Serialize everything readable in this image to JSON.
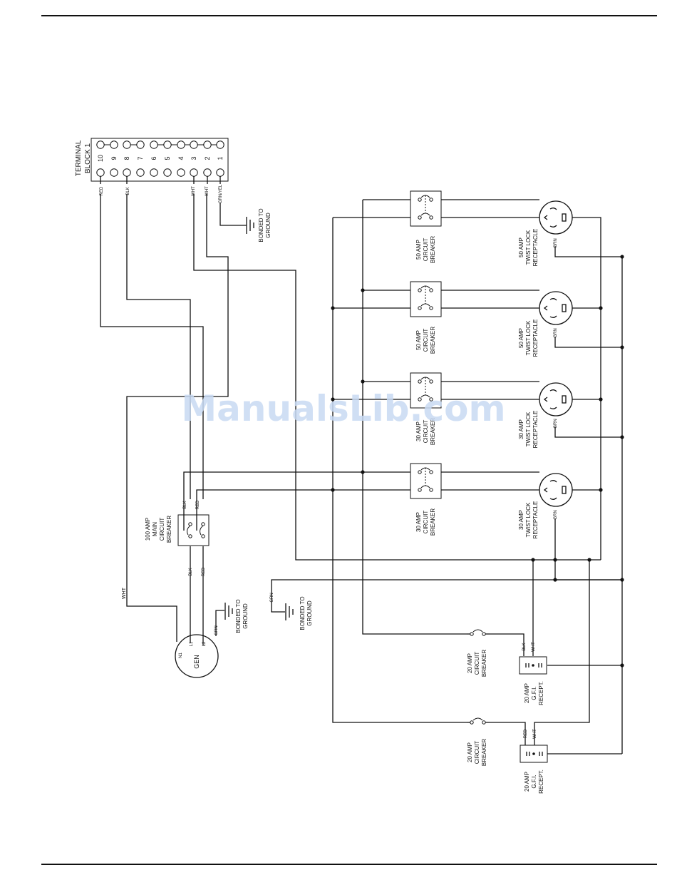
{
  "terminal_block": {
    "title_line1": "TERMINAL",
    "title_line2": "BLOCK 1",
    "numbers": [
      "10",
      "9",
      "8",
      "7",
      "6",
      "5",
      "4",
      "3",
      "2",
      "1"
    ]
  },
  "wire_labels": {
    "red": "RED",
    "blk": "BLK",
    "wht": "WHT",
    "grn_yel": "GRN/YEL",
    "grn": "GRN"
  },
  "bonded": {
    "line1": "BONDED TO",
    "line2": "GROUND"
  },
  "main_breaker": {
    "line1": "100 AMP",
    "line2": "MAIN",
    "line3": "CIRCUIT",
    "line4": "BREAKER"
  },
  "generator": {
    "label": "GEN",
    "n1": "N1",
    "l1": "L1",
    "l2": "L2"
  },
  "breakers": [
    {
      "amp": "50 AMP",
      "l2": "CIRCUIT",
      "l3": "BREAKER"
    },
    {
      "amp": "50 AMP",
      "l2": "CIRCUIT",
      "l3": "BREAKER"
    },
    {
      "amp": "30 AMP",
      "l2": "CIRCUIT",
      "l3": "BREAKER"
    },
    {
      "amp": "30 AMP",
      "l2": "CIRCUIT",
      "l3": "BREAKER"
    },
    {
      "amp": "20 AMP",
      "l2": "CIRCUIT",
      "l3": "BREAKER"
    },
    {
      "amp": "20 AMP",
      "l2": "CIRCUIT",
      "l3": "BREAKER"
    }
  ],
  "twist_receptacles": [
    {
      "amp": "50 AMP",
      "l2": "TWIST LOCK",
      "l3": "RECEPTACLE"
    },
    {
      "amp": "50 AMP",
      "l2": "TWIST LOCK",
      "l3": "RECEPTACLE"
    },
    {
      "amp": "30 AMP",
      "l2": "TWIST LOCK",
      "l3": "RECEPTACLE"
    },
    {
      "amp": "30 AMP",
      "l2": "TWIST LOCK",
      "l3": "RECEPTACLE"
    }
  ],
  "gfi_receptacles": [
    {
      "amp": "20 AMP",
      "l2": "G.F.I.",
      "l3": "RECEPT."
    },
    {
      "amp": "20 AMP",
      "l2": "G.F.I.",
      "l3": "RECEPT."
    }
  ],
  "watermark": "ManualsLib.com"
}
